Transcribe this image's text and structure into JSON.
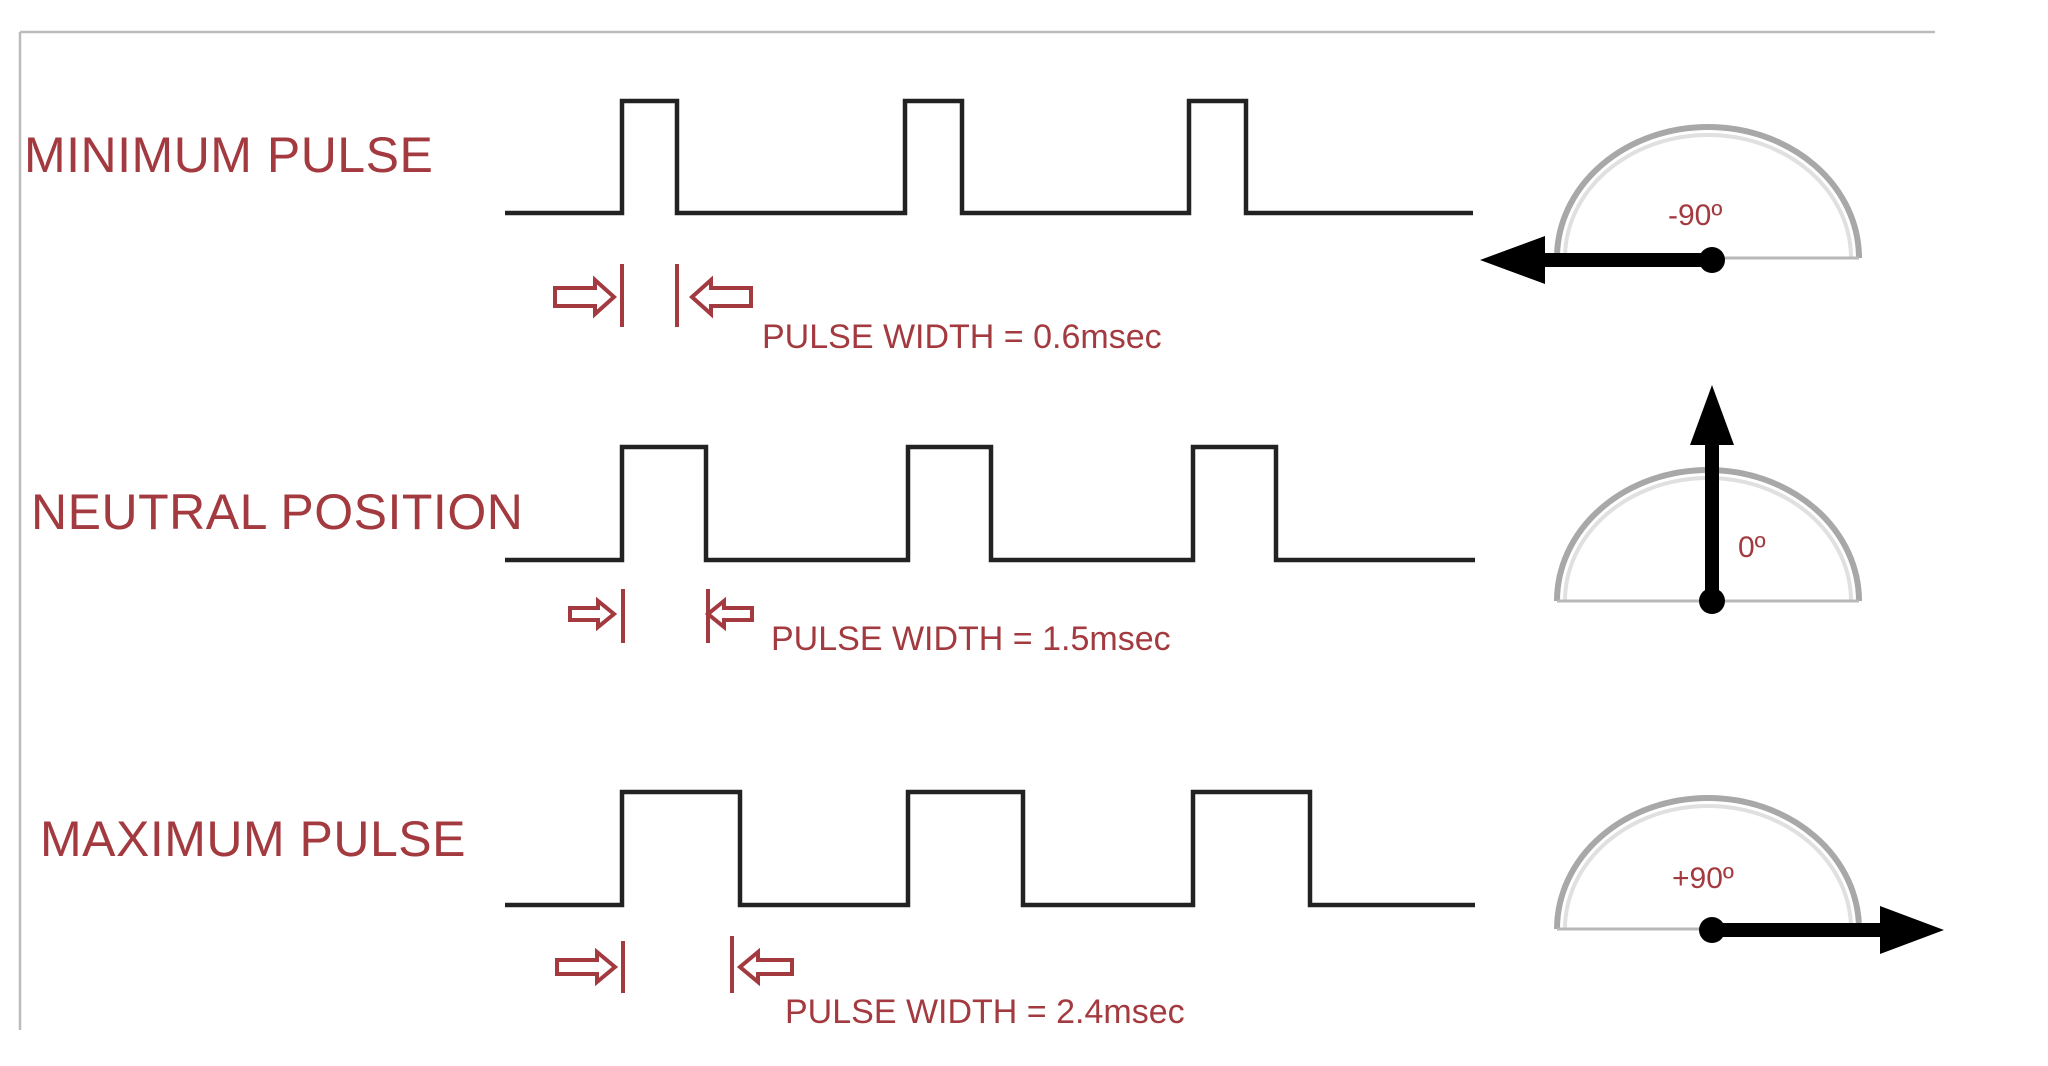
{
  "rows": [
    {
      "label": "MINIMUM PULSE",
      "pulse_width_text": "PULSE WIDTH = 0.6msec",
      "angle_text": "-90º",
      "pulse_width_ms": 0.6,
      "angle_deg": -90
    },
    {
      "label": "NEUTRAL POSITION",
      "pulse_width_text": "PULSE WIDTH = 1.5msec",
      "angle_text": "0º",
      "pulse_width_ms": 1.5,
      "angle_deg": 0
    },
    {
      "label": "MAXIMUM PULSE",
      "pulse_width_text": "PULSE WIDTH = 2.4msec",
      "angle_text": "+90º",
      "pulse_width_ms": 2.4,
      "angle_deg": 90
    }
  ],
  "colors": {
    "label": "#a33a3f",
    "waveform": "#222222",
    "needle": "#000000",
    "protractor": "#a8a8a8"
  }
}
